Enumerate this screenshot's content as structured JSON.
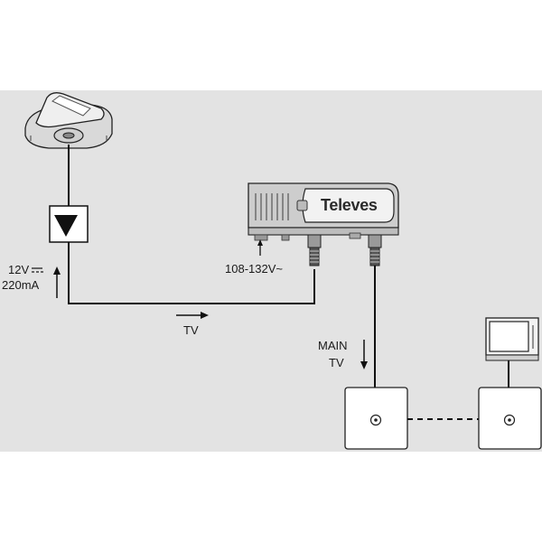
{
  "labels": {
    "power_voltage": "12V",
    "power_current": "220mA",
    "mains_voltage": "108-132V~",
    "tv_flow": "TV",
    "main_tv_line1": "MAIN",
    "main_tv_line2": "TV"
  },
  "amplifier": {
    "brand": "Televes"
  },
  "colors": {
    "background": "#e3e3e3",
    "line": "#111111",
    "device_body": "#d0d0d0",
    "outlet_fill": "#ffffff"
  },
  "icons": {
    "antenna": "antenna-icon",
    "injector": "power-injector-icon",
    "amplifier": "amplifier-icon",
    "outlet": "wall-outlet-icon",
    "tv": "tv-icon",
    "arrow": "arrow-icon"
  }
}
